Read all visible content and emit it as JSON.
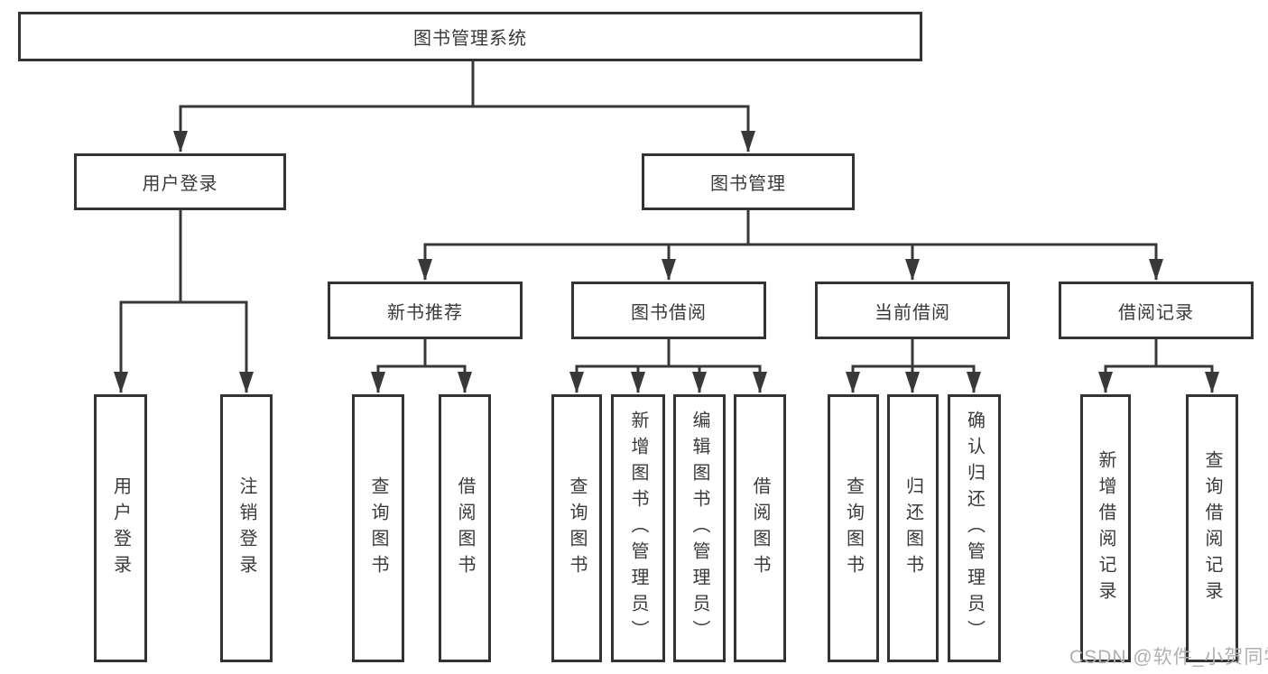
{
  "diagram": {
    "root": "图书管理系统",
    "login": {
      "label": "用户登录",
      "children": [
        "用户登录",
        "注销登录"
      ]
    },
    "management": {
      "label": "图书管理",
      "groups": [
        {
          "label": "新书推荐",
          "children": [
            "查询图书",
            "借阅图书"
          ]
        },
        {
          "label": "图书借阅",
          "children": [
            "查询图书",
            "新增图书（管理员）",
            "编辑图书（管理员）",
            "借阅图书"
          ]
        },
        {
          "label": "当前借阅",
          "children": [
            "查询图书",
            "归还图书",
            "确认归还（管理员）"
          ]
        },
        {
          "label": "借阅记录",
          "children": [
            "新增借阅记录",
            "查询借阅记录"
          ]
        }
      ]
    }
  },
  "watermark": "CSDN @软件_小贺同学",
  "colors": {
    "line": "#383838",
    "box_border": "#333333",
    "text": "#3a3a3a",
    "watermark": "#b0b0b0",
    "background": "#ffffff"
  }
}
